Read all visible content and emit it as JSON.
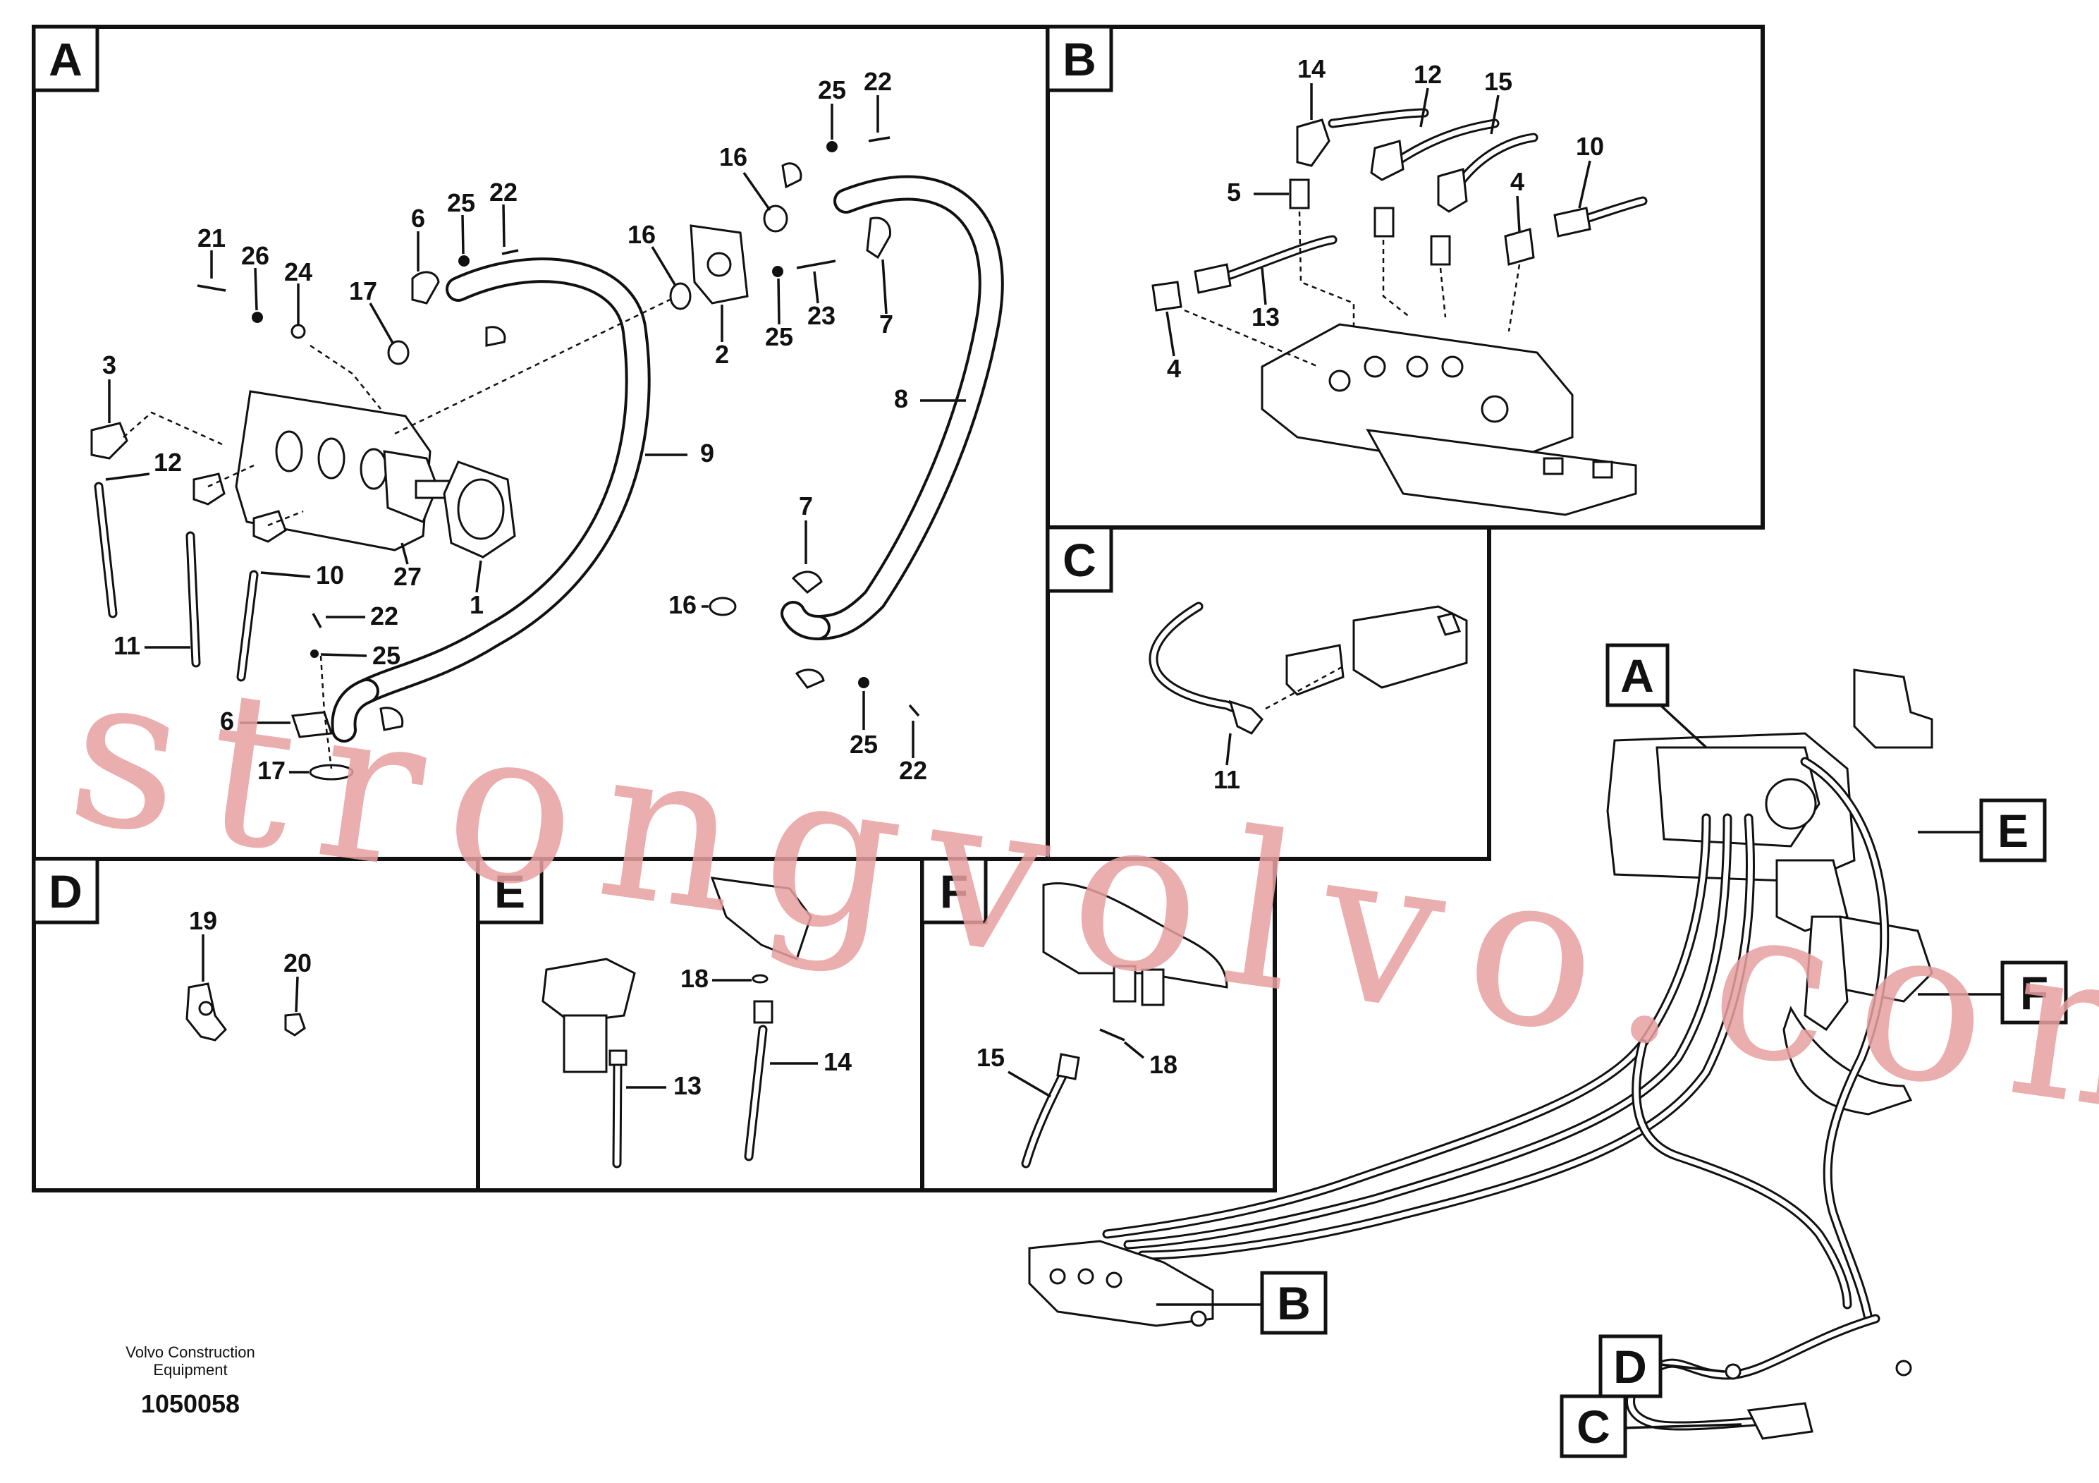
{
  "panels": {
    "A": {
      "tag": "A",
      "labels": {
        "n21": "21",
        "n26": "26",
        "n24": "24",
        "n17a": "17",
        "n6a": "6",
        "n25a": "25",
        "n22a": "22",
        "n16a": "16",
        "n2": "2",
        "n16b": "16",
        "n25b": "25",
        "n22b": "22",
        "n23": "23",
        "n25c": "25",
        "n7a": "7",
        "n3": "3",
        "n12": "12",
        "n11": "11",
        "n10": "10",
        "n22c": "22",
        "n25d": "25",
        "n27": "27",
        "n1": "1",
        "n9": "9",
        "n8": "8",
        "n7b": "7",
        "n16c": "16",
        "n6b": "6",
        "n17b": "17",
        "n25e": "25",
        "n22d": "22"
      }
    },
    "B": {
      "tag": "B",
      "labels": {
        "n14": "14",
        "n12": "12",
        "n15": "15",
        "n10": "10",
        "n5": "5",
        "n4a": "4",
        "n13": "13",
        "n4b": "4"
      }
    },
    "C": {
      "tag": "C",
      "labels": {
        "n11": "11"
      }
    },
    "D": {
      "tag": "D",
      "labels": {
        "n19": "19",
        "n20": "20"
      }
    },
    "E": {
      "tag": "E",
      "labels": {
        "n18": "18",
        "n13": "13",
        "n14": "14"
      }
    },
    "F": {
      "tag": "F",
      "labels": {
        "n15": "15",
        "n18": "18"
      }
    }
  },
  "overview": {
    "callouts": {
      "A": "A",
      "B": "B",
      "C": "C",
      "D": "D",
      "E": "E",
      "F": "F"
    }
  },
  "footer": {
    "line1": "Volvo Construction",
    "line2": "Equipment",
    "drawing_number": "1050058"
  },
  "watermark": "strongvolvo.com"
}
